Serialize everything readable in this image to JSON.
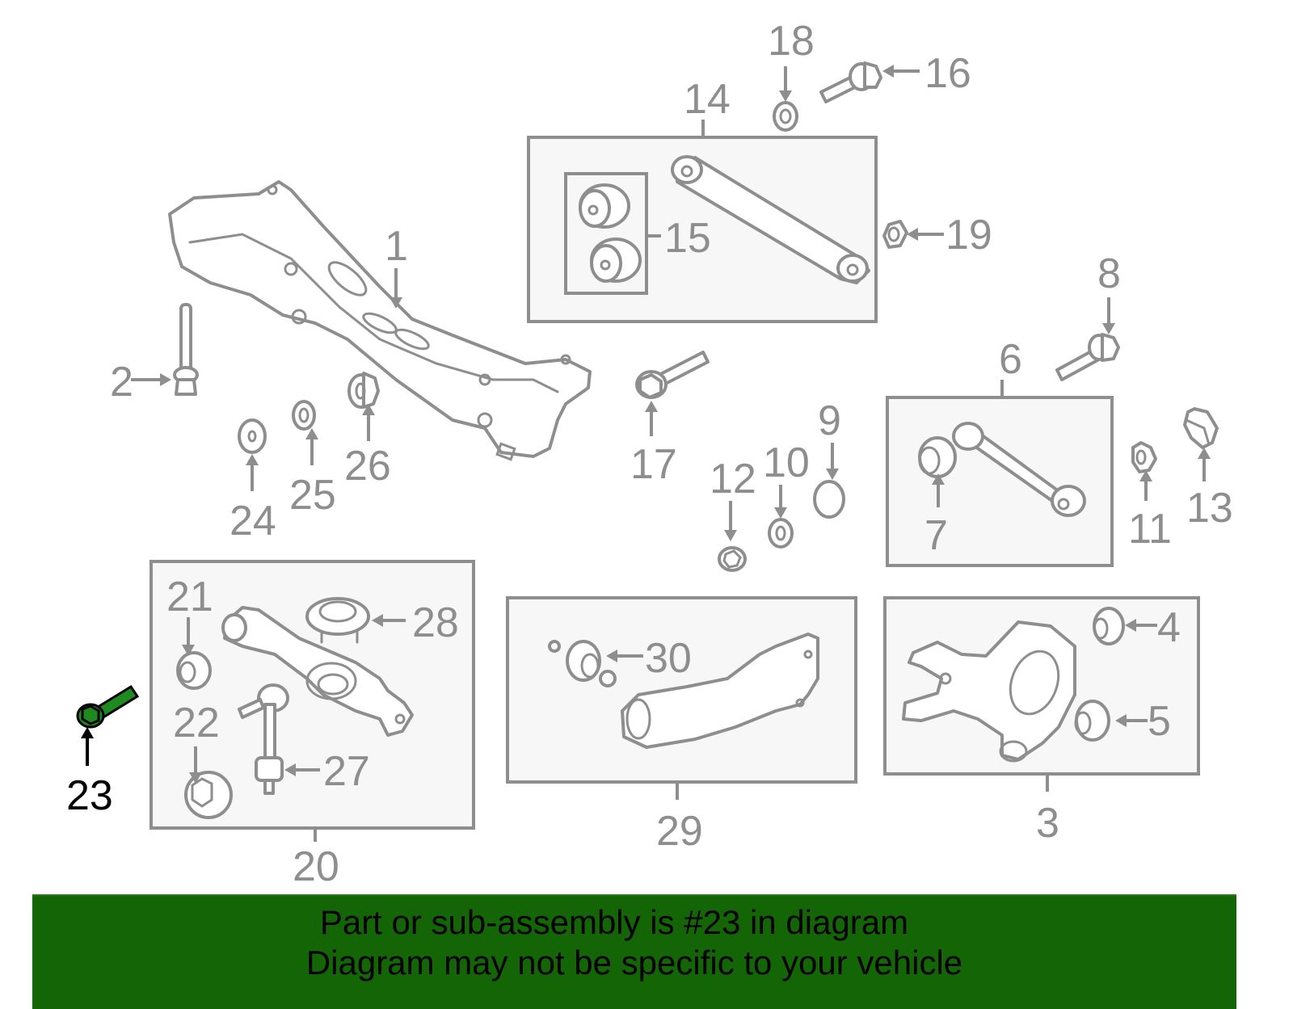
{
  "diagram": {
    "title": "Rear suspension components",
    "highlighted_part": "23",
    "colors": {
      "line": "#8e8e8e",
      "box_fill": "#f7f7f7",
      "highlight_fill": "#1f8a1f",
      "banner_bg": "#146506",
      "banner_text": "#000000"
    },
    "callouts": [
      {
        "id": "1",
        "label": "1"
      },
      {
        "id": "2",
        "label": "2"
      },
      {
        "id": "3",
        "label": "3"
      },
      {
        "id": "4",
        "label": "4"
      },
      {
        "id": "5",
        "label": "5"
      },
      {
        "id": "6",
        "label": "6"
      },
      {
        "id": "7",
        "label": "7"
      },
      {
        "id": "8",
        "label": "8"
      },
      {
        "id": "9",
        "label": "9"
      },
      {
        "id": "10",
        "label": "10"
      },
      {
        "id": "11",
        "label": "11"
      },
      {
        "id": "12",
        "label": "12"
      },
      {
        "id": "13",
        "label": "13"
      },
      {
        "id": "14",
        "label": "14"
      },
      {
        "id": "15",
        "label": "15"
      },
      {
        "id": "16",
        "label": "16"
      },
      {
        "id": "17",
        "label": "17"
      },
      {
        "id": "18",
        "label": "18"
      },
      {
        "id": "19",
        "label": "19"
      },
      {
        "id": "20",
        "label": "20"
      },
      {
        "id": "21",
        "label": "21"
      },
      {
        "id": "22",
        "label": "22"
      },
      {
        "id": "23",
        "label": "23"
      },
      {
        "id": "24",
        "label": "24"
      },
      {
        "id": "25",
        "label": "25"
      },
      {
        "id": "26",
        "label": "26"
      },
      {
        "id": "27",
        "label": "27"
      },
      {
        "id": "28",
        "label": "28"
      },
      {
        "id": "29",
        "label": "29"
      },
      {
        "id": "30",
        "label": "30"
      }
    ]
  },
  "banner": {
    "line1": "Part or sub-assembly is #23 in diagram",
    "line2": "Diagram may not be specific to your vehicle"
  }
}
